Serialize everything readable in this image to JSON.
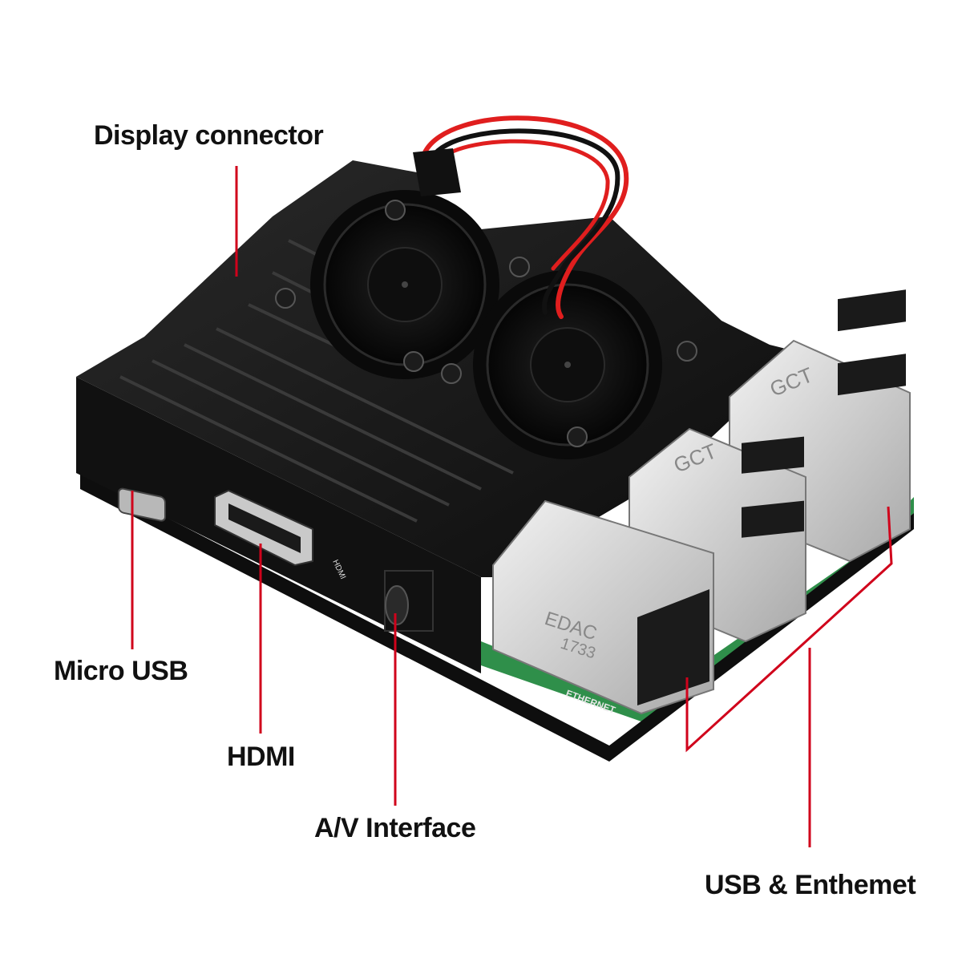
{
  "labels": {
    "display": "Display connector",
    "micro_usb": "Micro USB",
    "hdmi": "HDMI",
    "av": "A/V Interface",
    "usb_ethernet": "USB & Enthemet"
  },
  "device": {
    "usb_brand": "GCT",
    "ethernet_brand": "EDAC",
    "ethernet_code": "1733",
    "board_text_ethernet": "ETHERNET",
    "board_text_hdmi": "HDMI"
  },
  "colors": {
    "callout": "#d0021b",
    "case": "#151515",
    "pcb": "#2f8f4a",
    "metal": "#c9c9c9",
    "wire_red": "#e01e1e"
  }
}
